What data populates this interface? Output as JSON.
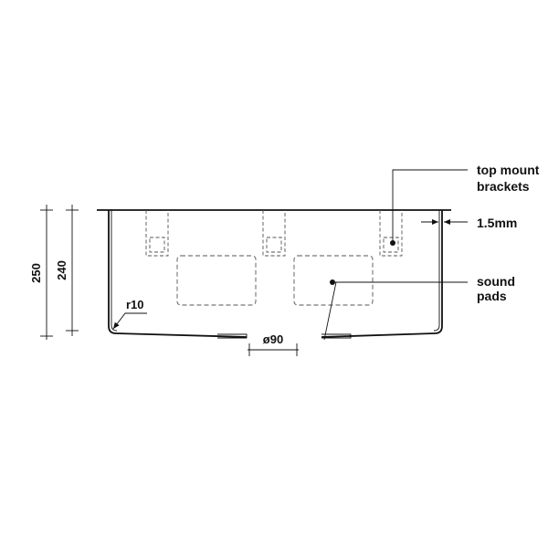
{
  "labels": {
    "dim_250": "250",
    "dim_240": "240",
    "thickness": "1.5mm",
    "radius": "r10",
    "waste_diameter": "ø90",
    "callout_brackets_line1": "top mount",
    "callout_brackets_line2": "brackets",
    "callout_pads_line1": "sound",
    "callout_pads_line2": "pads"
  },
  "colors": {
    "line": "#111111",
    "hidden_line": "#555555",
    "background": "#ffffff"
  }
}
